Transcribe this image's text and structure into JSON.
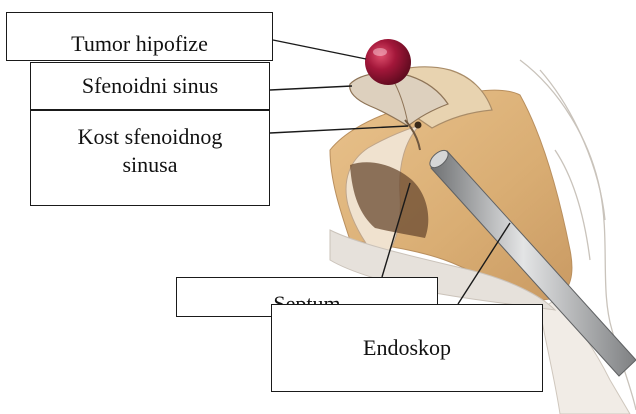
{
  "labels": {
    "tumor": "Tumor hipofize",
    "sinus": "Sfenoidni sinus",
    "kost": "Kost sfenoidnog sinusa",
    "septum": "Septum",
    "endoskop": "Endoskop"
  },
  "colors": {
    "tumor": "#a3173a",
    "bone": "#e8cda3",
    "tissue": "#d9ad73",
    "cavity": "#d8ccbb",
    "scope": "#a9abad",
    "line": "#1a1a1a"
  },
  "icons": {
    "anatomy": "nasal-sphenoid-anatomy-illustration",
    "endoscope": "endoscope-tube"
  }
}
